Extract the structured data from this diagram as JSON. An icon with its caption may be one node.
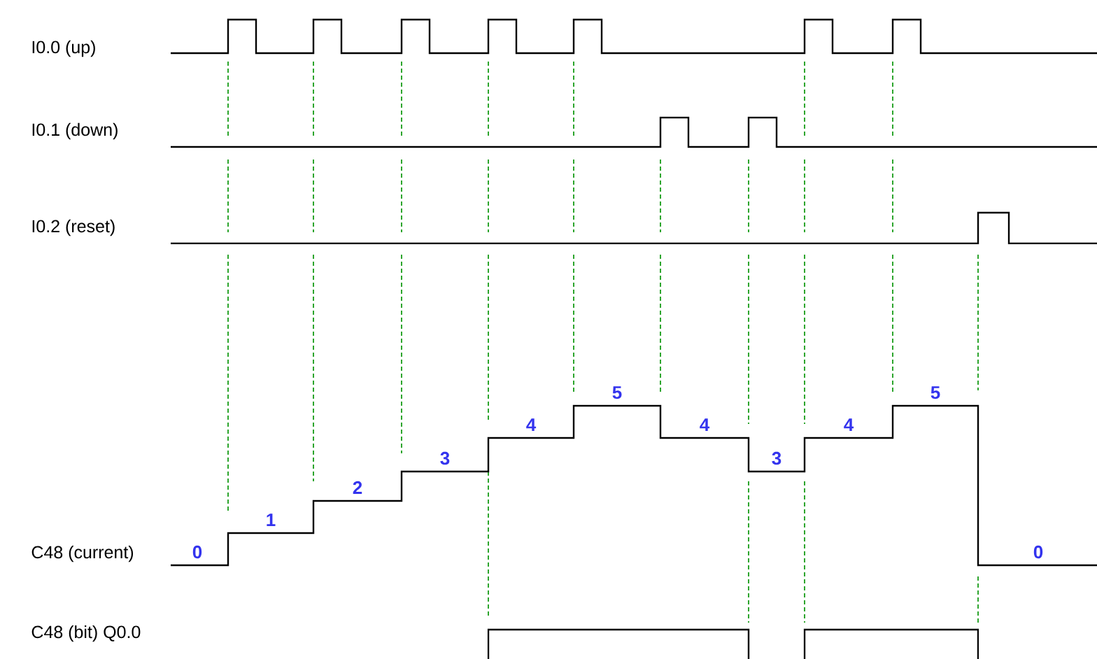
{
  "diagram": {
    "labels": [
      "I0.0 (up)",
      "I0.1 (down)",
      "I0.2 (reset)",
      "0",
      "1",
      "2",
      "3",
      "4",
      "5",
      "4",
      "3",
      "4",
      "5",
      "0",
      "C48 (current)",
      "C48 (bit) Q0.0"
    ]
  }
}
